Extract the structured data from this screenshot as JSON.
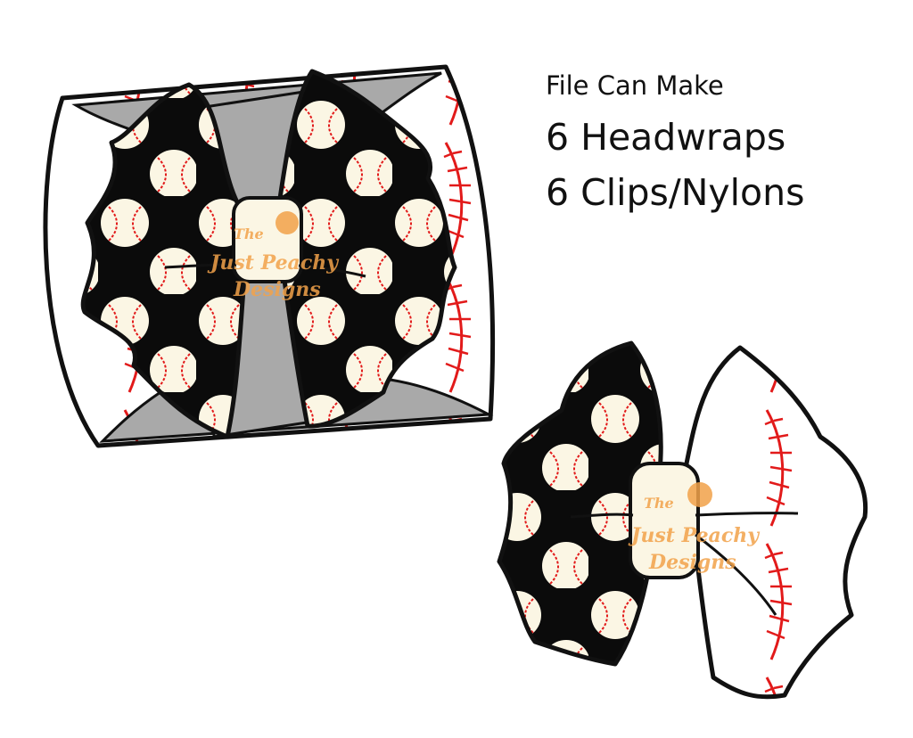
{
  "caption": {
    "line1": "File Can Make",
    "line2": "6 Headwraps",
    "line3": "6 Clips/Nylons"
  },
  "watermark": {
    "line1": "The",
    "line2": "Just Peachy",
    "line3": "Designs"
  },
  "colors": {
    "black_fabric": "#0b0b0b",
    "ball": "#fbf6e4",
    "stitch": "#e21a1a",
    "band_grey": "#a9a9a9",
    "watermark": "#f2a24a"
  },
  "items": [
    {
      "kind": "headwrap",
      "pattern": "baseball"
    },
    {
      "kind": "bow",
      "pattern": "baseball"
    }
  ]
}
